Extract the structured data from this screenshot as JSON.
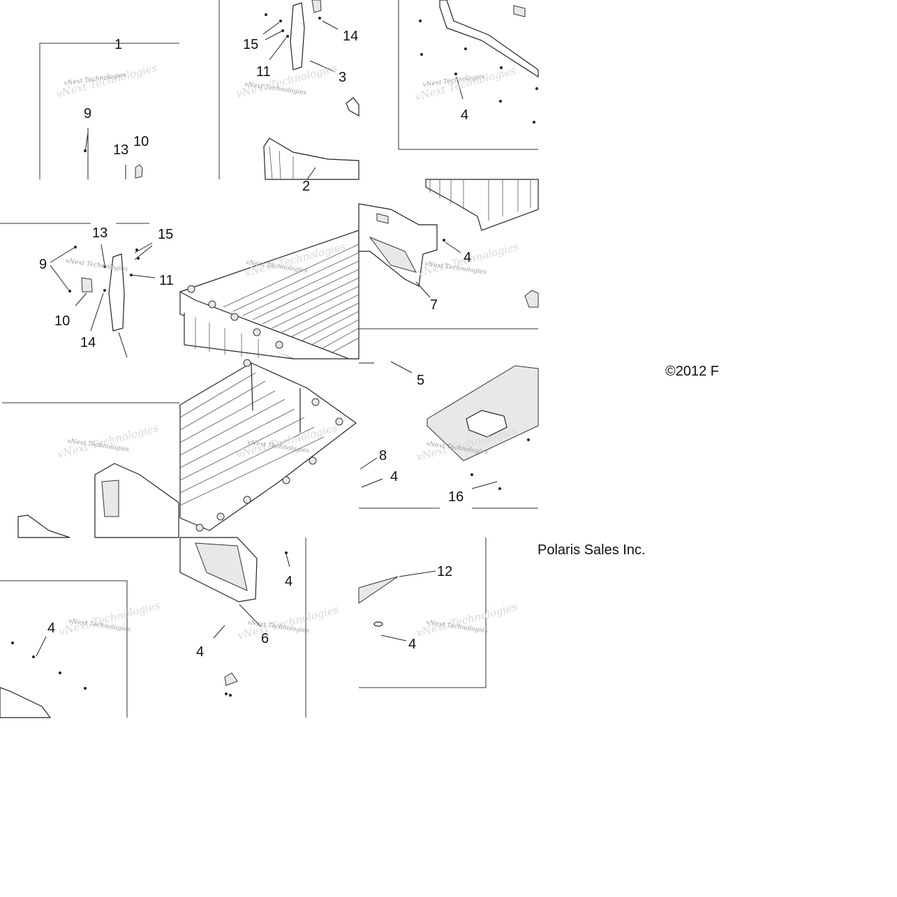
{
  "diagram": {
    "callouts": [
      {
        "id": "c1",
        "text": "1"
      },
      {
        "id": "c9a",
        "text": "9"
      },
      {
        "id": "c13a",
        "text": "13"
      },
      {
        "id": "c10a",
        "text": "10"
      },
      {
        "id": "c15a",
        "text": "15"
      },
      {
        "id": "c11a",
        "text": "11"
      },
      {
        "id": "c14a",
        "text": "14"
      },
      {
        "id": "c3",
        "text": "3"
      },
      {
        "id": "c2",
        "text": "2"
      },
      {
        "id": "c4a",
        "text": "4"
      },
      {
        "id": "c13b",
        "text": "13"
      },
      {
        "id": "c15b",
        "text": "15"
      },
      {
        "id": "c9b",
        "text": "9"
      },
      {
        "id": "c11b",
        "text": "11"
      },
      {
        "id": "c10b",
        "text": "10"
      },
      {
        "id": "c14b",
        "text": "14"
      },
      {
        "id": "c4b",
        "text": "4"
      },
      {
        "id": "c7",
        "text": "7"
      },
      {
        "id": "c5",
        "text": "5"
      },
      {
        "id": "c8",
        "text": "8"
      },
      {
        "id": "c4c",
        "text": "4"
      },
      {
        "id": "c16",
        "text": "16"
      },
      {
        "id": "c4d",
        "text": "4"
      },
      {
        "id": "c4e",
        "text": "4"
      },
      {
        "id": "c6",
        "text": "6"
      },
      {
        "id": "c4f",
        "text": "4"
      },
      {
        "id": "c12",
        "text": "12"
      },
      {
        "id": "c4g",
        "text": "4"
      }
    ],
    "watermark_text": "vNext Technologies",
    "copyright_line1": "©2012 F",
    "copyright_line2": "Polaris Sales Inc."
  }
}
